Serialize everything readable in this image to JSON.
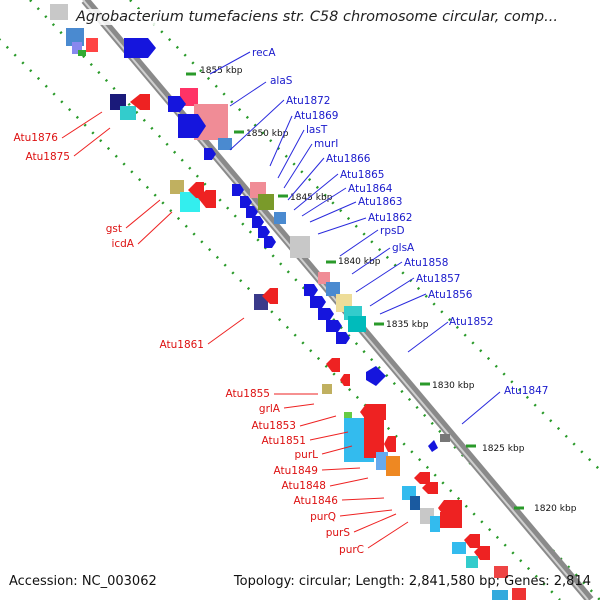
{
  "title": "Agrobacterium tumefaciens str. C58 chromosome circular, comp...",
  "footer": {
    "accession": "Accession: NC_003062",
    "summary": "Topology: circular; Length: 2,841,580 bp; Genes: 2,814"
  },
  "colors": {
    "plus_strand_label": "#1a1acc",
    "minus_strand_label": "#dd1111",
    "backbone": "#888888",
    "tick_dots": "#2a9a2a"
  },
  "ticks": [
    "1855 kbp",
    "1850 kbp",
    "1845 kbp",
    "1840 kbp",
    "1835 kbp",
    "1830 kbp",
    "1825 kbp",
    "1820 kbp"
  ],
  "plus_labels": [
    "recA",
    "alaS",
    "Atu1872",
    "Atu1869",
    "lasT",
    "murI",
    "Atu1866",
    "Atu1865",
    "Atu1864",
    "Atu1863",
    "Atu1862",
    "rpsD",
    "glsA",
    "Atu1858",
    "Atu1857",
    "Atu1856",
    "Atu1852",
    "Atu1847"
  ],
  "minus_labels": [
    "Atu1876",
    "Atu1875",
    "gst",
    "icdA",
    "Atu1861",
    "Atu1855",
    "grlA",
    "Atu1853",
    "Atu1851",
    "purL",
    "Atu1849",
    "Atu1848",
    "Atu1846",
    "purQ",
    "purS",
    "purC"
  ]
}
